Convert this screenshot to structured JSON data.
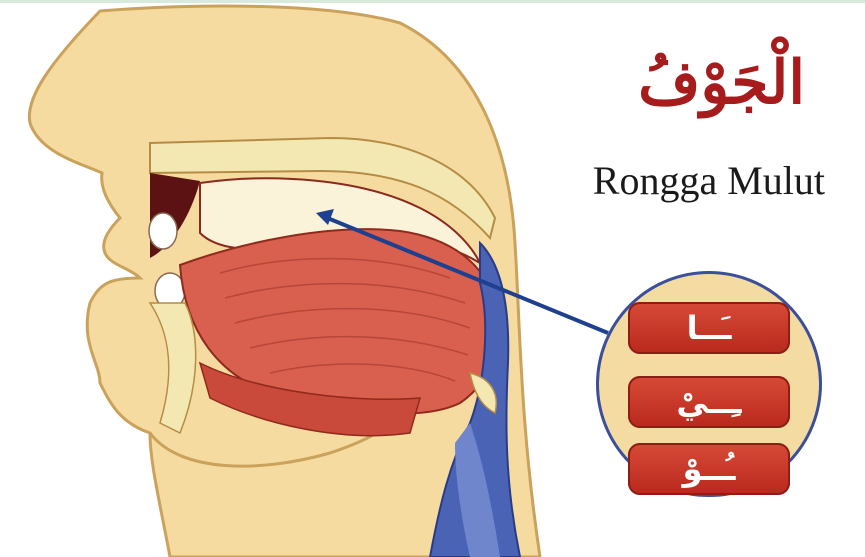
{
  "title_arabic": "الْجَوْفُ",
  "title_latin": "Rongga Mulut",
  "letters": [
    {
      "text": "ـَــا"
    },
    {
      "text": "ـِــيْ"
    },
    {
      "text": "ـُــوْ"
    }
  ],
  "colors": {
    "title_arabic": "#a61c1c",
    "arrow": "#1f3f8f",
    "circle_fill": "#f3dba2",
    "pill": "#c8352a"
  }
}
